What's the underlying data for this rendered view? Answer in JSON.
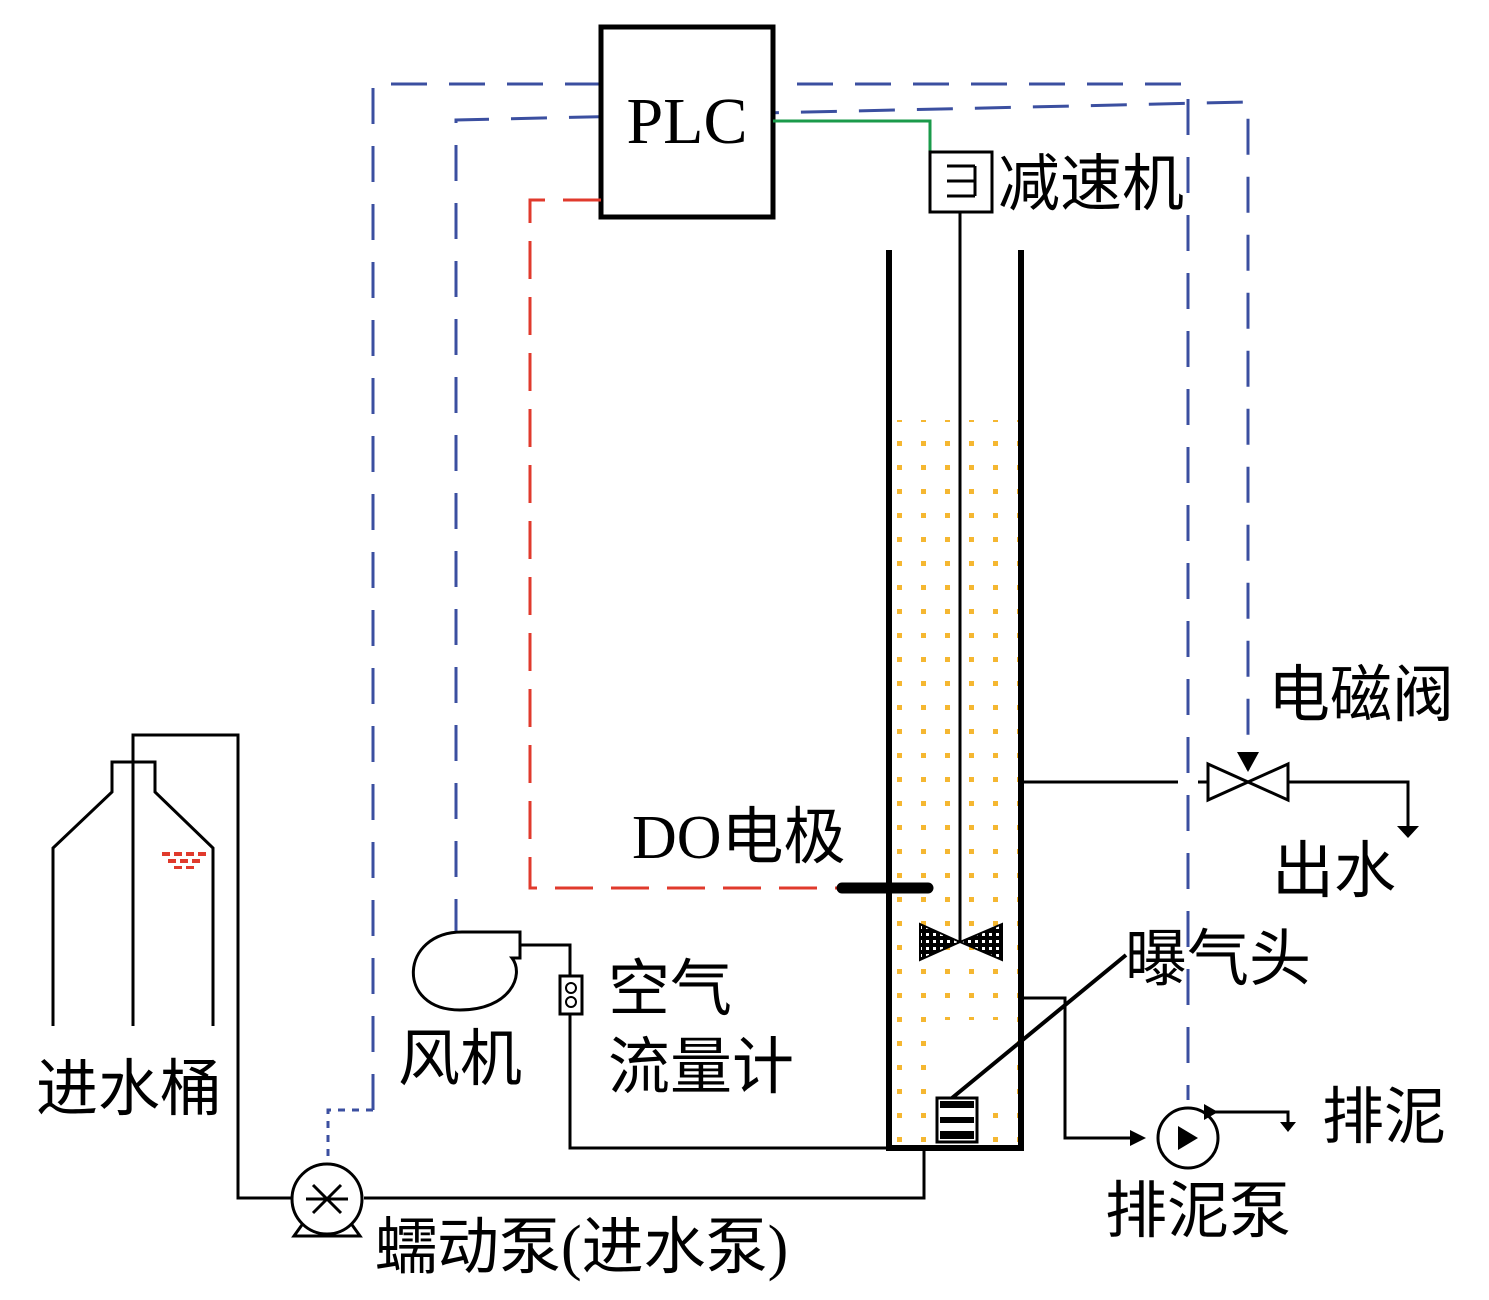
{
  "labels": {
    "plc": "PLC",
    "reducer": "减速机",
    "solenoid_valve": "电磁阀",
    "effluent": "出水",
    "do_electrode": "DO电极",
    "aerator": "曝气头",
    "air_flowmeter_line1": "空气",
    "air_flowmeter_line2": "流量计",
    "blower": "风机",
    "influent_tank": "进水桶",
    "sludge_discharge": "排泥",
    "sludge_pump": "排泥泵",
    "peristaltic_pump": "蠕动泵(进水泵)"
  },
  "colors": {
    "control_line_blue": "#3b4fa0",
    "do_signal_red": "#e03a2c",
    "motor_signal_green": "#1a9a4a",
    "sludge_dots": "#f5b731",
    "tank_water_red": "#e03a2c"
  }
}
